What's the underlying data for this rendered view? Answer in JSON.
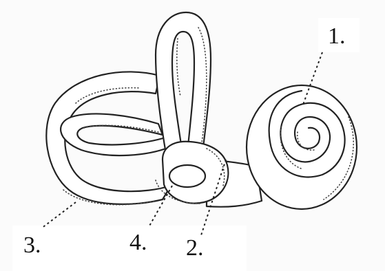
{
  "diagram": {
    "labels": {
      "one": "1.",
      "two": "2.",
      "three": "3.",
      "four": "4."
    }
  }
}
